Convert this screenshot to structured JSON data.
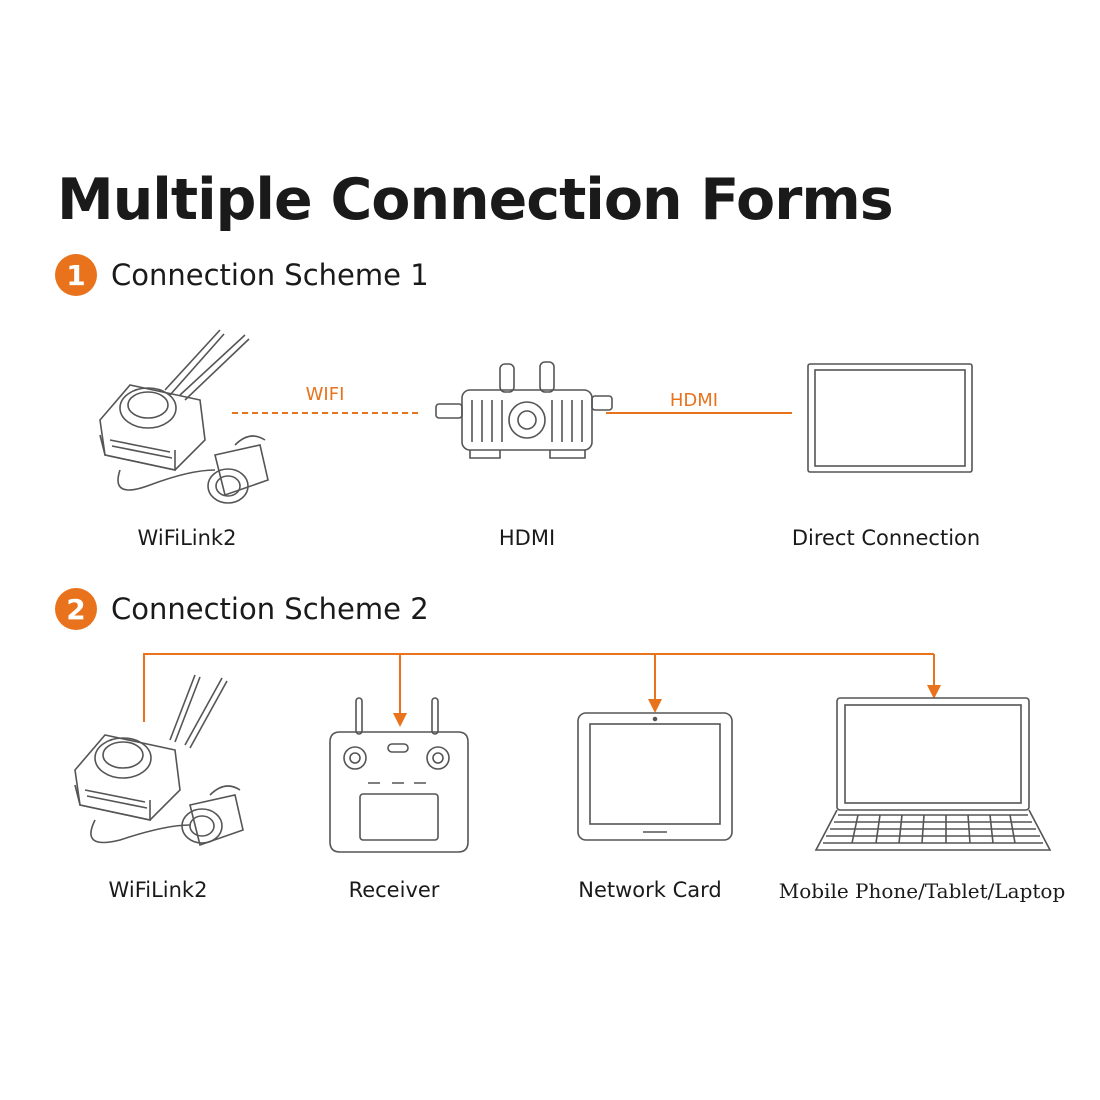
{
  "title": "Multiple Connection Forms",
  "colors": {
    "accent": "#E8731C",
    "line": "#555555",
    "text": "#1a1a1a"
  },
  "scheme1": {
    "number": "1",
    "label": "Connection Scheme 1",
    "devices": [
      "WiFiLink2",
      "HDMI",
      "Direct Connection"
    ],
    "links": [
      {
        "label": "WIFI",
        "style": "dashed"
      },
      {
        "label": "HDMI",
        "style": "solid"
      }
    ]
  },
  "scheme2": {
    "number": "2",
    "label": "Connection Scheme 2",
    "devices": [
      "WiFiLink2",
      "Receiver",
      "Network Card",
      "Mobile Phone/Tablet/Laptop"
    ]
  },
  "icons": [
    "wifilink-camera-icon",
    "hdmi-module-icon",
    "monitor-icon",
    "remote-controller-icon",
    "tablet-icon",
    "laptop-icon"
  ]
}
